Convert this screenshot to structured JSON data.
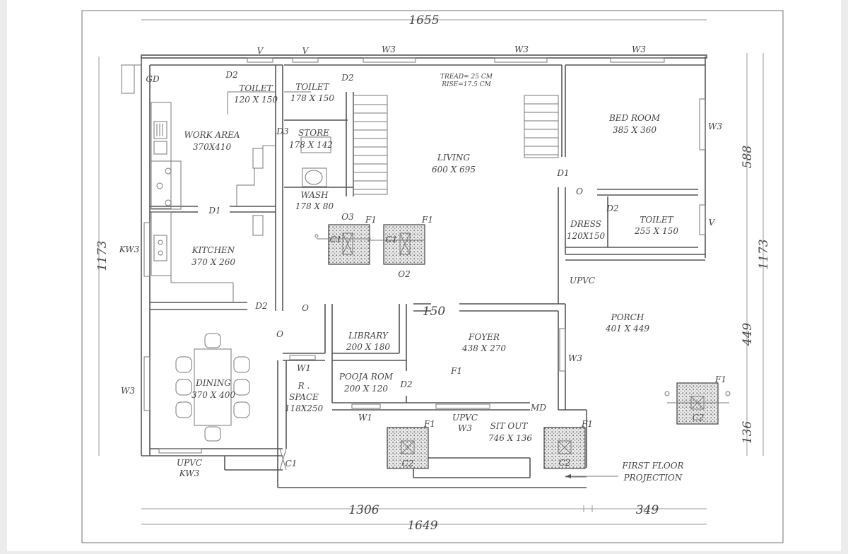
{
  "dimensions": {
    "top": "1655",
    "left": "1173",
    "right_total": "1173",
    "right_upper": "588",
    "right_mid": "449",
    "right_lower": "136",
    "bottom_left": "1306",
    "bottom_right": "349",
    "bottom_total": "1649"
  },
  "rooms": {
    "toilet1": {
      "name": "TOILET",
      "size": "120 X 150"
    },
    "toilet2": {
      "name": "TOILET",
      "size": "178  X 150"
    },
    "toilet3": {
      "name": "TOILET",
      "size": "255  X 150"
    },
    "work_area": {
      "name": "WORK AREA",
      "size": "370X410"
    },
    "store": {
      "name": "STORE",
      "size": "178  X 142"
    },
    "wash": {
      "name": "WASH",
      "size": "178  X 80"
    },
    "living": {
      "name": "LIVING",
      "size": "600  X  695"
    },
    "bedroom": {
      "name": "BED ROOM",
      "size": "385  X  360"
    },
    "dress": {
      "name": "DRESS",
      "size": "120X150"
    },
    "kitchen": {
      "name": "KITCHEN",
      "size": "370 X 260"
    },
    "porch": {
      "name": "PORCH",
      "size": "401  X  449"
    },
    "library": {
      "name": "LIBRARY",
      "size": "200  X  180"
    },
    "foyer": {
      "name": "FOYER",
      "size": "438  X  270"
    },
    "pooja": {
      "name": "POOJA ROM",
      "size": "200 X 120"
    },
    "dining": {
      "name": "DINING",
      "size": "370 X 400"
    },
    "rspace": {
      "name": "R .",
      "name2": "SPACE",
      "size": "118X250"
    },
    "sitout": {
      "name": "SIT OUT",
      "size": "746  X  136"
    }
  },
  "stair_note": {
    "tread": "TREAD= 25 CM",
    "rise": "RISE=17.5 CM"
  },
  "openings": {
    "gd": "GD",
    "v": "V",
    "w3": "W3",
    "w1": "W1",
    "kw3": "KW3",
    "d1": "D1",
    "d2": "D2",
    "d3": "D3",
    "md": "MD",
    "o": "O",
    "o2": "O2",
    "o3": "O3",
    "c1": "C1",
    "c2": "C2",
    "f1": "F1",
    "upvc": "UPVC",
    "span150": "150"
  },
  "annotation": {
    "line1": "FIRST FLOOR",
    "line2": "PROJECTION"
  },
  "colors": {
    "line": "#555555",
    "text": "#444444",
    "paper": "#ffffff",
    "bg": "#ececec"
  }
}
